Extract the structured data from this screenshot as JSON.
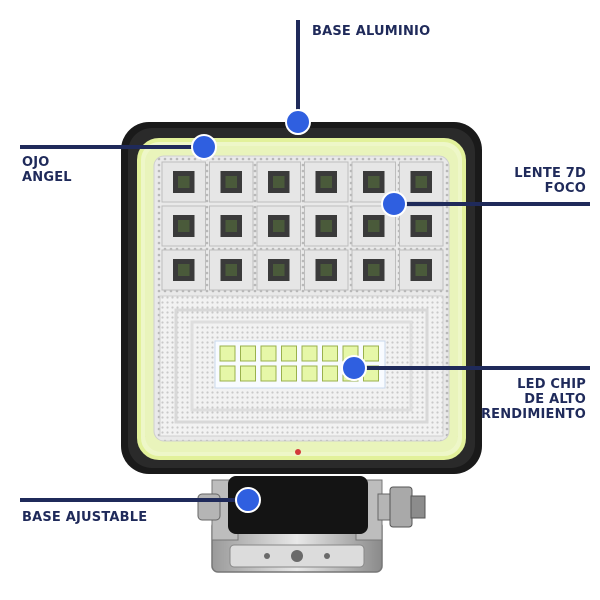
{
  "labels": {
    "base_aluminio": "BASE ALUMINIO",
    "ojo_angel": "OJO\nANGEL",
    "lente_7d": "LENTE 7D\nFOCO",
    "led_chip": "LED CHIP\nDE ALTO\nRENDIMIENTO",
    "base_ajustable": "BASE AJUSTABLE"
  },
  "colors": {
    "callout": "#1f2a5a",
    "marker": "#2f5fe0",
    "housing": "#1a1a1a",
    "led": "#e6f7a8",
    "bracket": "#c8c8c8"
  }
}
